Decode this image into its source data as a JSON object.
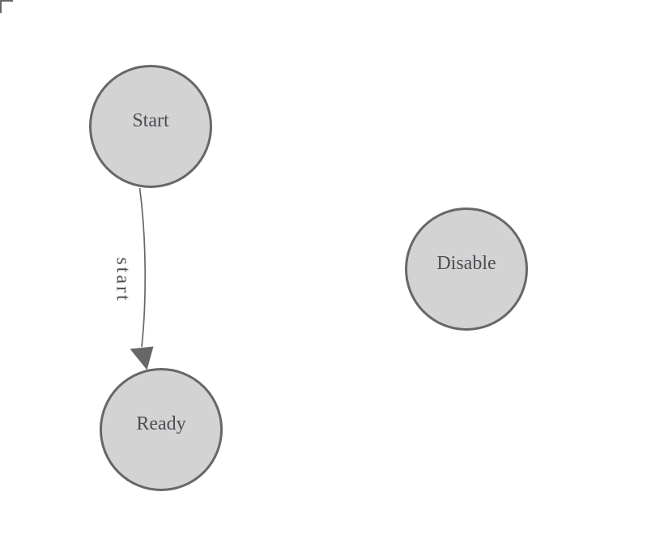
{
  "diagram": {
    "background_color": "#ffffff",
    "colors": {
      "node_fill": "#d3d3d3",
      "node_stroke": "#676767",
      "node_label": "#4d4d55",
      "edge_stroke": "#676767",
      "arrowhead_fill": "#676767",
      "edge_label": "#4d4d55",
      "corner_mark": "#676767"
    },
    "nodes": [
      {
        "id": "start",
        "label": "Start"
      },
      {
        "id": "ready",
        "label": "Ready"
      },
      {
        "id": "disable",
        "label": "Disable"
      }
    ],
    "edges": [
      {
        "source": "Start",
        "target": "Ready",
        "label": "start"
      }
    ]
  }
}
